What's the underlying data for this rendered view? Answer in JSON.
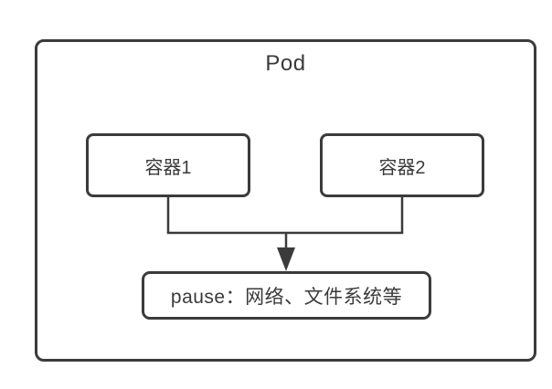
{
  "diagram": {
    "title": "Pod",
    "nodes": {
      "container1": {
        "label": "容器1"
      },
      "container2": {
        "label": "容器2"
      },
      "pause": {
        "label": "pause：网络、文件系统等"
      }
    },
    "edges": [
      {
        "from": "container1",
        "to": "bus",
        "style": "elbow"
      },
      {
        "from": "container2",
        "to": "bus",
        "style": "elbow"
      },
      {
        "from": "bus",
        "to": "pause",
        "style": "arrow"
      }
    ],
    "colors": {
      "stroke": "#3b3b3b",
      "text": "#3a3a3a",
      "background": "#ffffff"
    }
  }
}
